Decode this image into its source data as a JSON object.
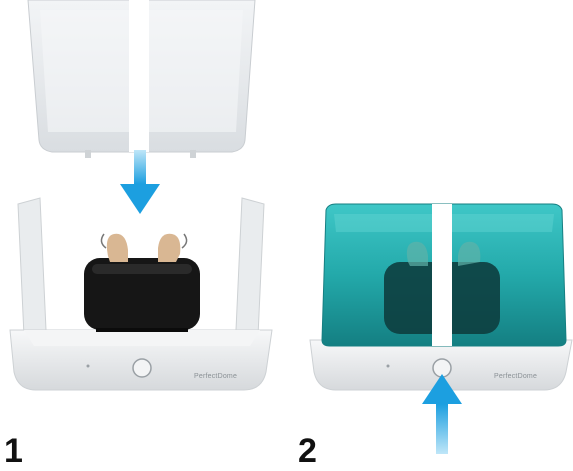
{
  "product": {
    "brand_label_left": "PerfectDome",
    "brand_label_right": "PerfectDome"
  },
  "steps": {
    "left_number": "1",
    "right_number": "2"
  },
  "colors": {
    "arrow": "#29a9e6",
    "lid_open": "#e6e9ec",
    "lid_closed_teal": "#1fb8b8",
    "base": "#eef0f2",
    "charger": "#161616"
  },
  "icons": {
    "arrow_down": "arrow-down-icon",
    "arrow_up": "arrow-up-icon",
    "power_button": "power-button-icon"
  }
}
